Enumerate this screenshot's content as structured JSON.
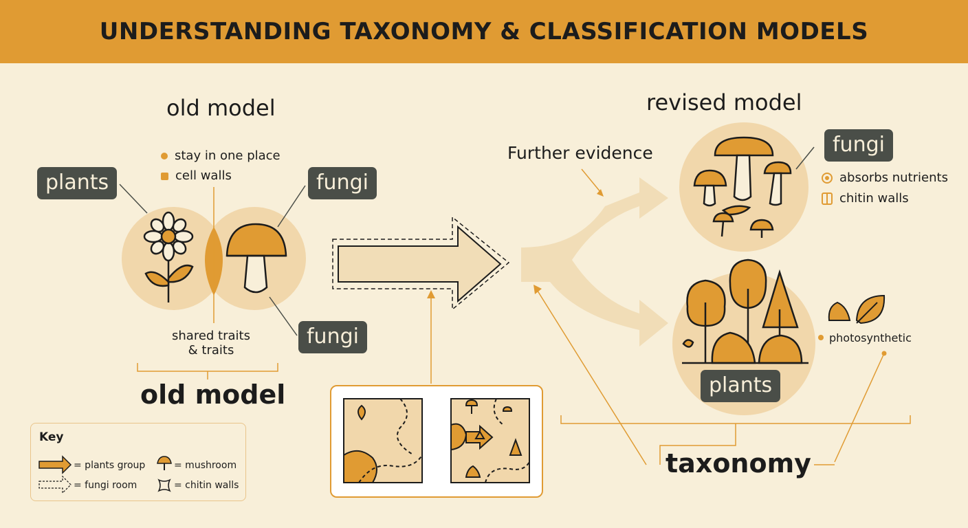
{
  "header": {
    "title": "UNDERSTANDING TAXONOMY & CLASSIFICATION MODELS"
  },
  "old_model": {
    "heading": "old model",
    "traits": [
      "stay in one place",
      "cell walls"
    ],
    "tags": {
      "plants": "plants",
      "fungi_top": "fungi",
      "fungi_bottom": "fungi"
    },
    "shared_line1": "shared traits",
    "shared_line2": "& traits",
    "bottom_label": "old model"
  },
  "middle": {
    "evidence_label": "Further evidence"
  },
  "revised_model": {
    "heading": "revised model",
    "fungi_tag": "fungi",
    "fungi_traits": [
      "absorbs nutrients",
      "chitin walls"
    ],
    "plants_tag": "plants",
    "plants_trait": "photosynthetic",
    "bottom_label": "taxonomy"
  },
  "key": {
    "title": "Key",
    "plants_group": "= plants group",
    "fungi_room": "= fungi room",
    "mushroom": "= mushroom",
    "chitin_walls": "= chitin walls"
  },
  "colors": {
    "accent": "#e09b33",
    "background": "#f8efd9",
    "tag": "#4a4e48",
    "circle": "#f1d7ab",
    "arrow": "#f1ddb7"
  },
  "icons": [
    "flower-icon",
    "mushroom-icon",
    "tree-icon",
    "leaf-icon",
    "map-pin-icon",
    "nutrient-icon",
    "chitin-icon"
  ]
}
